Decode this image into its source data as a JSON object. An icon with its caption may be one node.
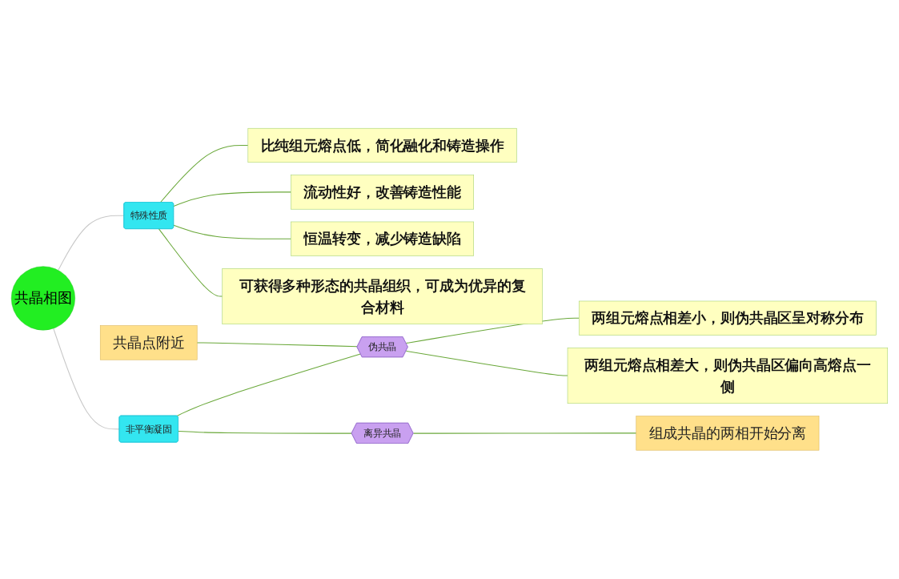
{
  "diagram": {
    "nodes": [
      {
        "text": [
          "共晶相图"
        ]
      },
      {
        "text": [
          "特殊性质"
        ]
      },
      {
        "text": [
          "比纯组元熔点低，简化融化和铸造操作"
        ]
      },
      {
        "text": [
          "流动性好，改善铸造性能"
        ]
      },
      {
        "text": [
          "恒温转变，减少铸造缺陷"
        ]
      },
      {
        "text": [
          "可获得多种形态的共晶组织，可成为优异的复合材料"
        ]
      },
      {
        "text": [
          "非平衡凝固"
        ]
      },
      {
        "text": [
          "共晶点附近"
        ]
      },
      {
        "text": [
          "伪共晶"
        ]
      },
      {
        "text": [
          "两组元熔点相差小，则伪共晶区呈对称分布"
        ]
      },
      {
        "text": [
          "两组元熔点相差大，则伪共晶区偏向高熔点一侧"
        ]
      },
      {
        "text": [
          "离异共晶"
        ]
      },
      {
        "text": [
          "组成共晶的两相开始分离"
        ]
      }
    ],
    "edges": [
      {
        "from": 0,
        "to": 1,
        "arrow": "none",
        "color": "#c8c8c8"
      },
      {
        "from": 1,
        "to": 2,
        "arrow": "none"
      },
      {
        "from": 1,
        "to": 3,
        "arrow": "none"
      },
      {
        "from": 1,
        "to": 4,
        "arrow": "none"
      },
      {
        "from": 1,
        "to": 5,
        "arrow": "none"
      },
      {
        "from": 0,
        "to": 6,
        "arrow": "none",
        "color": "#c8c8c8"
      },
      {
        "from": 7,
        "to": 8,
        "arrow": "none"
      },
      {
        "from": 6,
        "to": 8,
        "arrow": "none"
      },
      {
        "from": 8,
        "to": 9,
        "arrow": "none"
      },
      {
        "from": 8,
        "to": 10,
        "arrow": "none"
      },
      {
        "from": 6,
        "to": 11,
        "arrow": "none"
      },
      {
        "from": 11,
        "to": 12,
        "arrow": "none"
      }
    ]
  }
}
